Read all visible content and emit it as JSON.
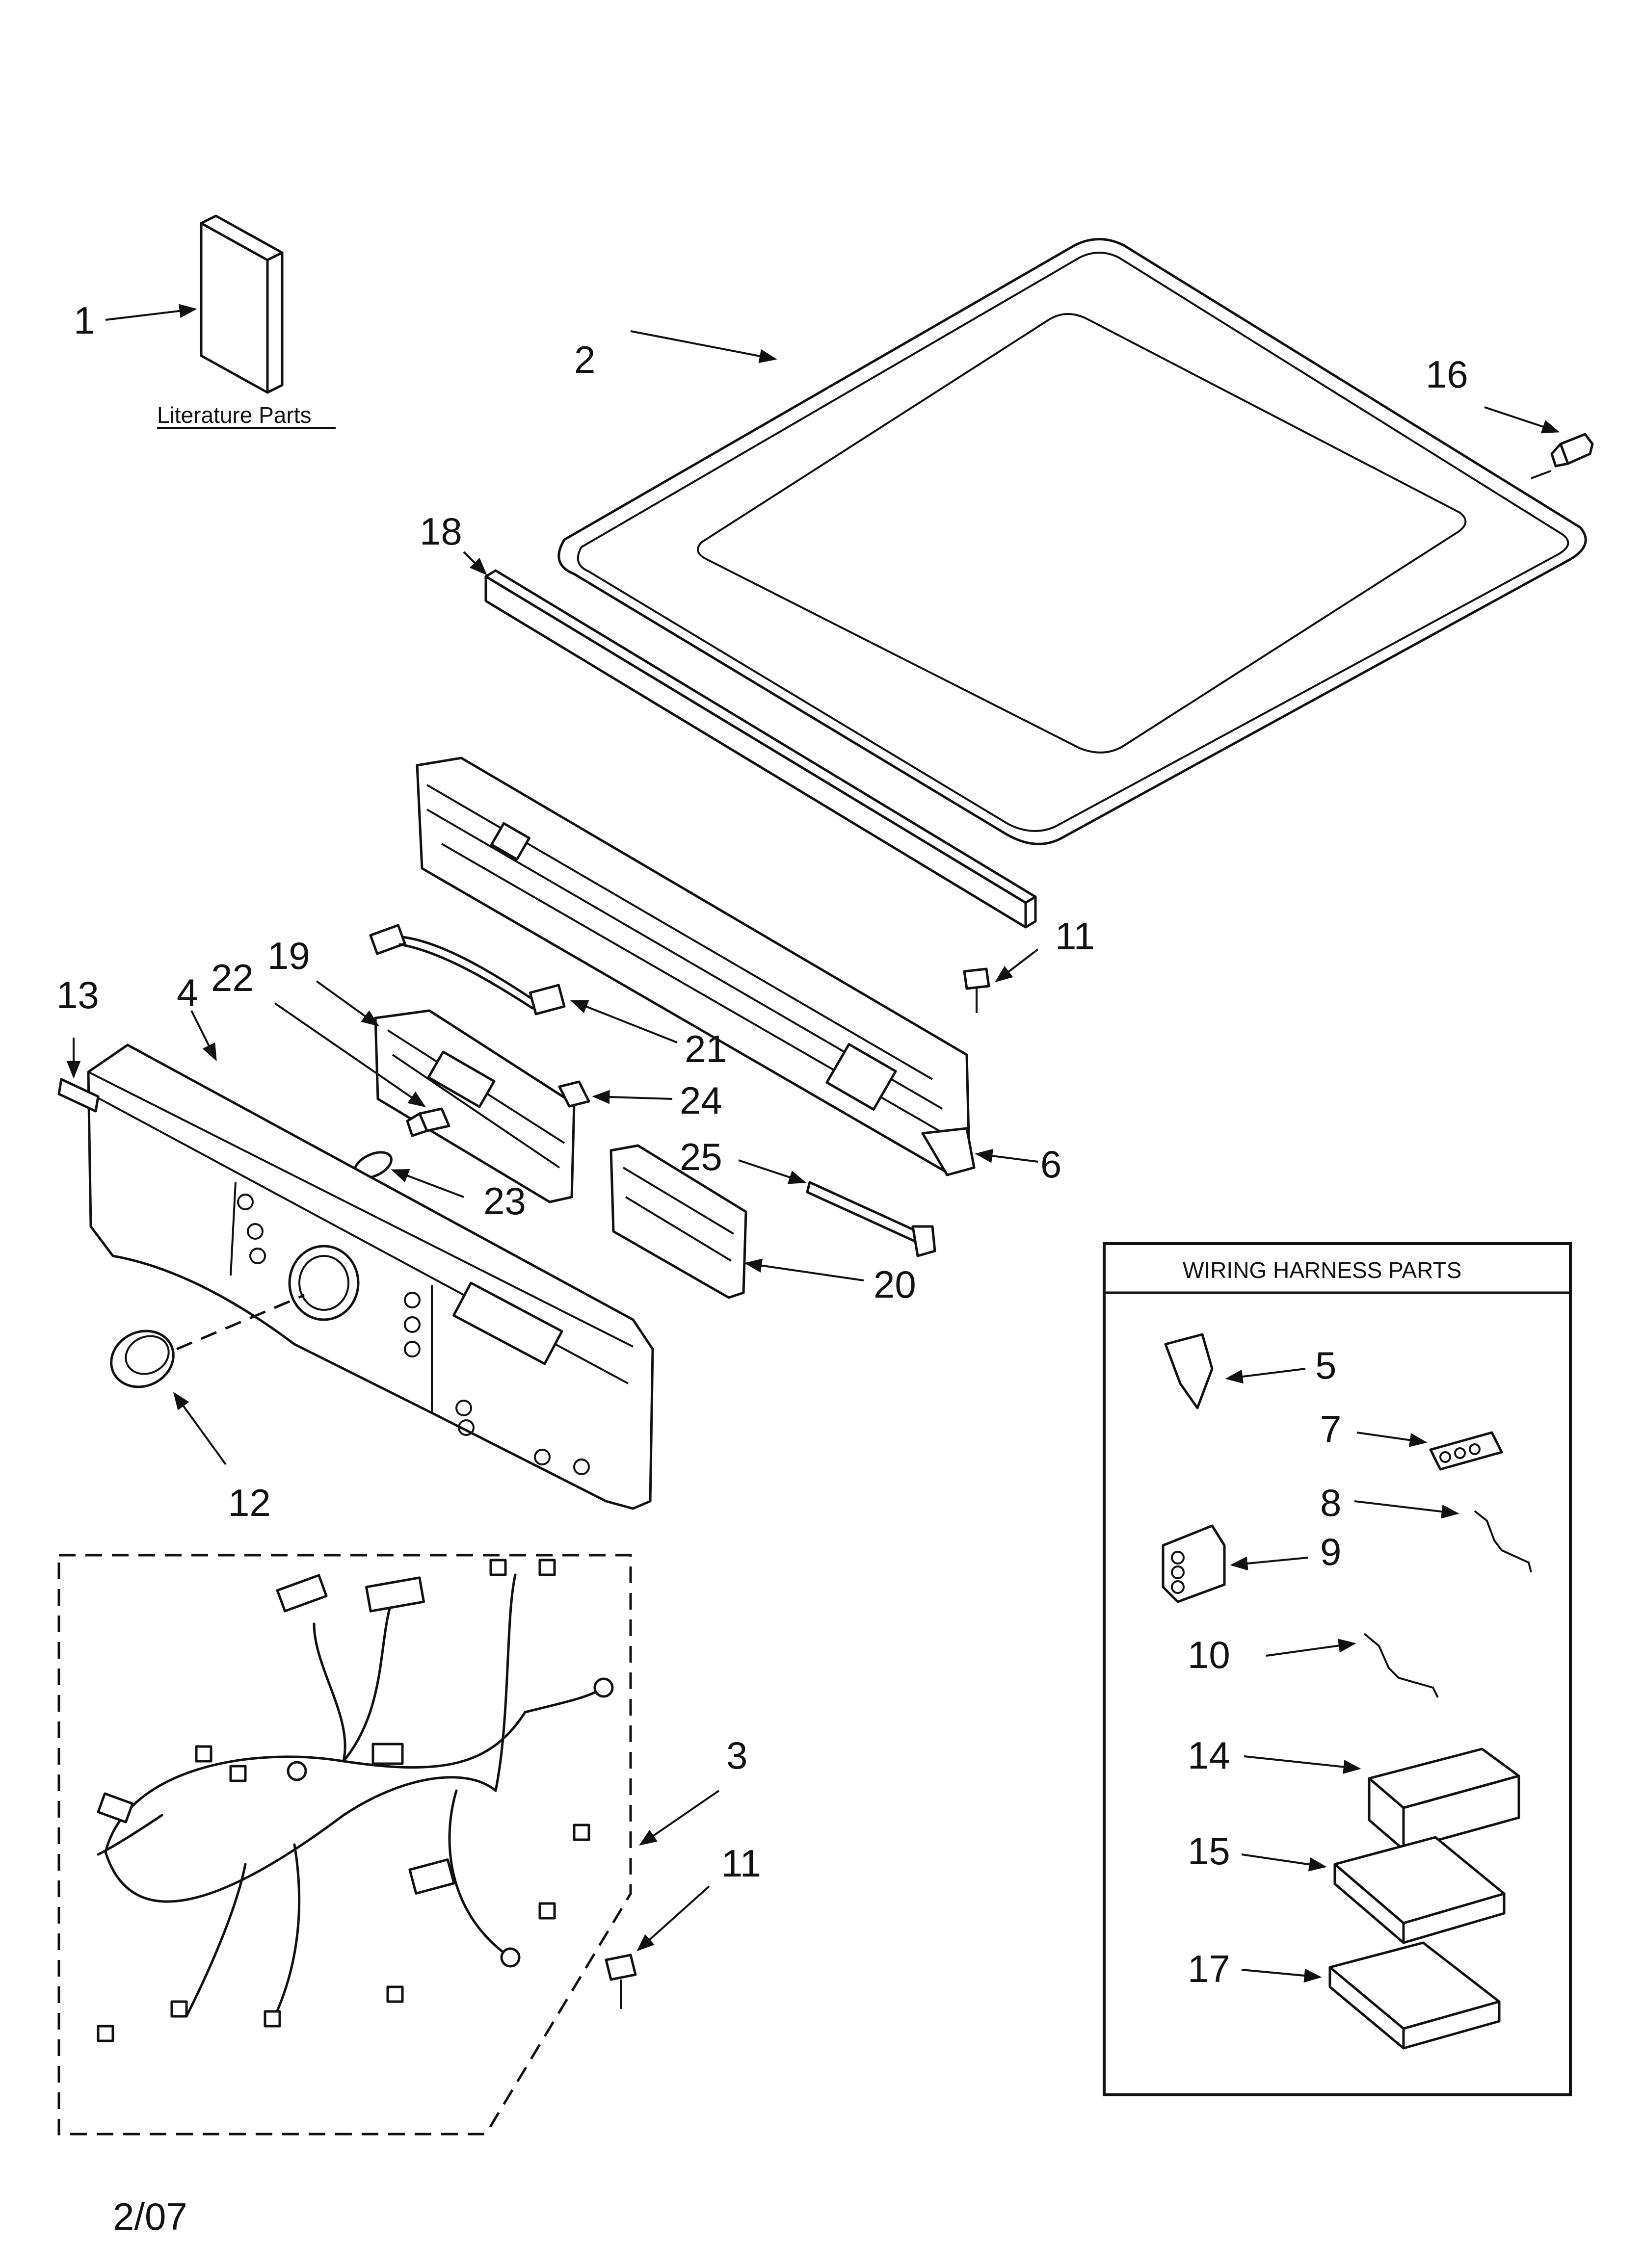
{
  "literature_label": "Literature Parts",
  "wiring_box_title": "WIRING HARNESS PARTS",
  "date_code": "2/07",
  "callouts": {
    "c1": "1",
    "c2": "2",
    "c3": "3",
    "c4": "4",
    "c5": "5",
    "c6": "6",
    "c7": "7",
    "c8": "8",
    "c9": "9",
    "c10": "10",
    "c11a": "11",
    "c11b": "11",
    "c12": "12",
    "c13": "13",
    "c14": "14",
    "c15": "15",
    "c16": "16",
    "c17": "17",
    "c18": "18",
    "c19": "19",
    "c20": "20",
    "c21": "21",
    "c22": "22",
    "c23": "23",
    "c24": "24",
    "c25": "25"
  }
}
